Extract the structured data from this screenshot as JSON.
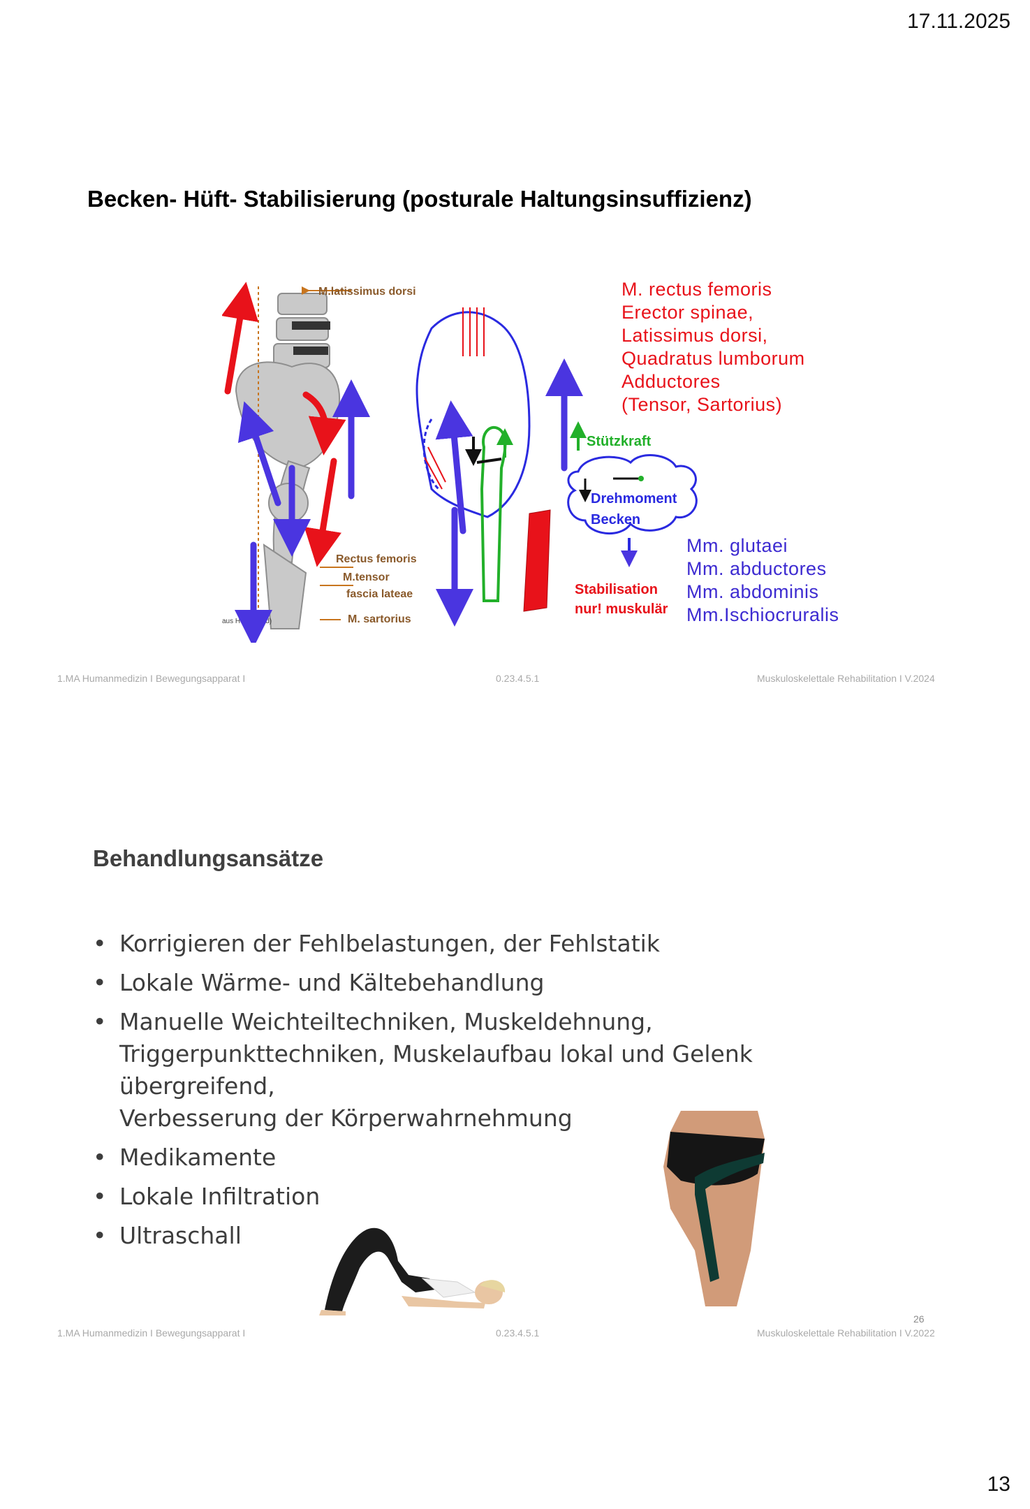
{
  "date": "17.11.2025",
  "page_number": "13",
  "slide1": {
    "title": "Becken- Hüft- Stabilisierung (posturale Haltungsinsuffizienz)",
    "figure_labels": {
      "latissimus": "M.latissimus dorsi",
      "rectus": "Rectus femoris",
      "tensor_1": "M.tensor",
      "tensor_2": "fascia lateae",
      "sartorius": "M. sartorius",
      "source": "aus Hochschild)",
      "stuetzkraft": "Stützkraft",
      "drehmoment": "Drehmoment",
      "becken": "Becken",
      "stabilisation": "Stabilisation",
      "muskulaer": "nur! muskulär"
    },
    "red_list": [
      "M. rectus femoris",
      "Erector spinae,",
      "Latissimus dorsi,",
      "Quadratus lumborum",
      "Adductores",
      "(Tensor, Sartorius)"
    ],
    "blue_list": [
      "Mm. glutaei",
      "Mm. abductores",
      "Mm. abdominis",
      "Mm.Ischiocruralis"
    ],
    "footer": {
      "left": "1.MA Humanmedizin  I  Bewegungsapparat  I",
      "center": "0.23.4.5.1",
      "right": "Muskuloskelettale Rehabilitation  I V.2024"
    },
    "colors": {
      "red": "#e8121a",
      "blue": "#3d2bd1",
      "green": "#22b02a"
    }
  },
  "slide2": {
    "title": "Behandlungsansätze",
    "bullet_char": "•",
    "bullets": [
      [
        "Korrigieren der Fehlbelastungen, der Fehlstatik"
      ],
      [
        "Lokale Wärme- und Kältebehandlung"
      ],
      [
        "Manuelle Weichteiltechniken, Muskeldehnung,",
        "Triggerpunkttechniken, Muskelaufbau lokal und Gelenk übergreifend,",
        "Verbesserung der Körperwahrnehmung"
      ],
      [
        "Medikamente"
      ],
      [
        "Lokale Infiltration"
      ],
      [
        "Ultraschall"
      ]
    ],
    "slide_number": "26",
    "footer": {
      "left": "1.MA Humanmedizin  I  Bewegungsapparat  I",
      "center": "0.23.4.5.1",
      "right": "Muskuloskelettale Rehabilitation  I V.2022"
    }
  }
}
